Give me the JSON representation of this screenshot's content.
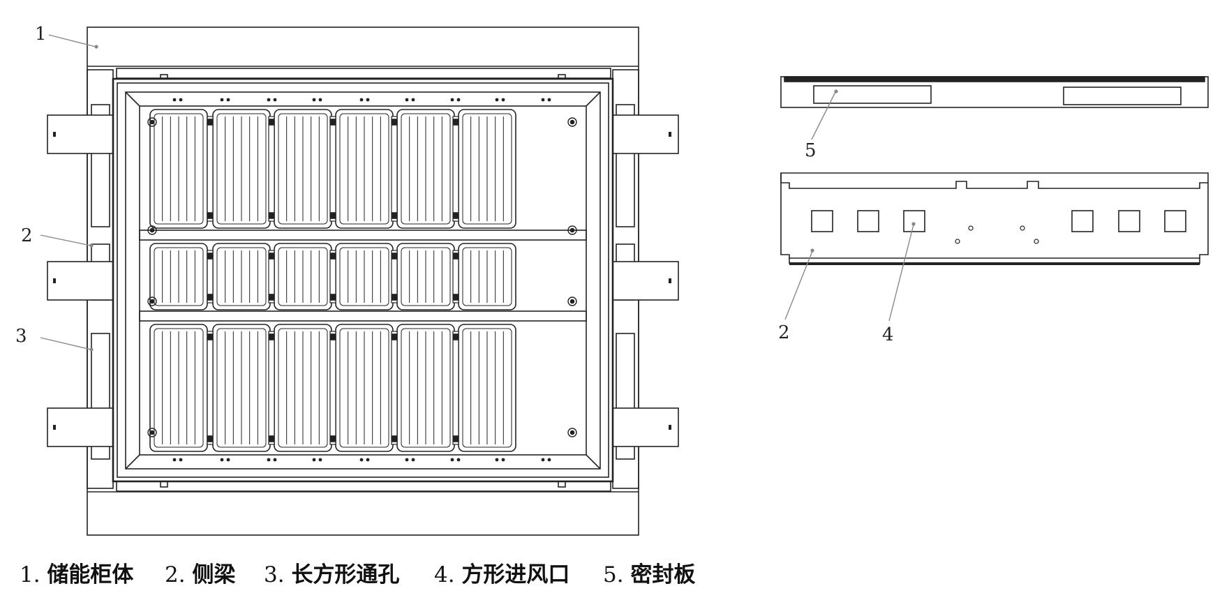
{
  "callouts": {
    "main": [
      {
        "label": "1"
      },
      {
        "label": "2"
      },
      {
        "label": "3"
      }
    ],
    "beam": [
      {
        "label": "5"
      },
      {
        "label": "2"
      },
      {
        "label": "4"
      }
    ]
  },
  "legend": [
    {
      "num": "1.",
      "text": "储能柜体"
    },
    {
      "num": "2.",
      "text": "侧梁"
    },
    {
      "num": "3.",
      "text": "长方形通孔"
    },
    {
      "num": "4.",
      "text": "方形进风口"
    },
    {
      "num": "5.",
      "text": "密封板"
    }
  ]
}
